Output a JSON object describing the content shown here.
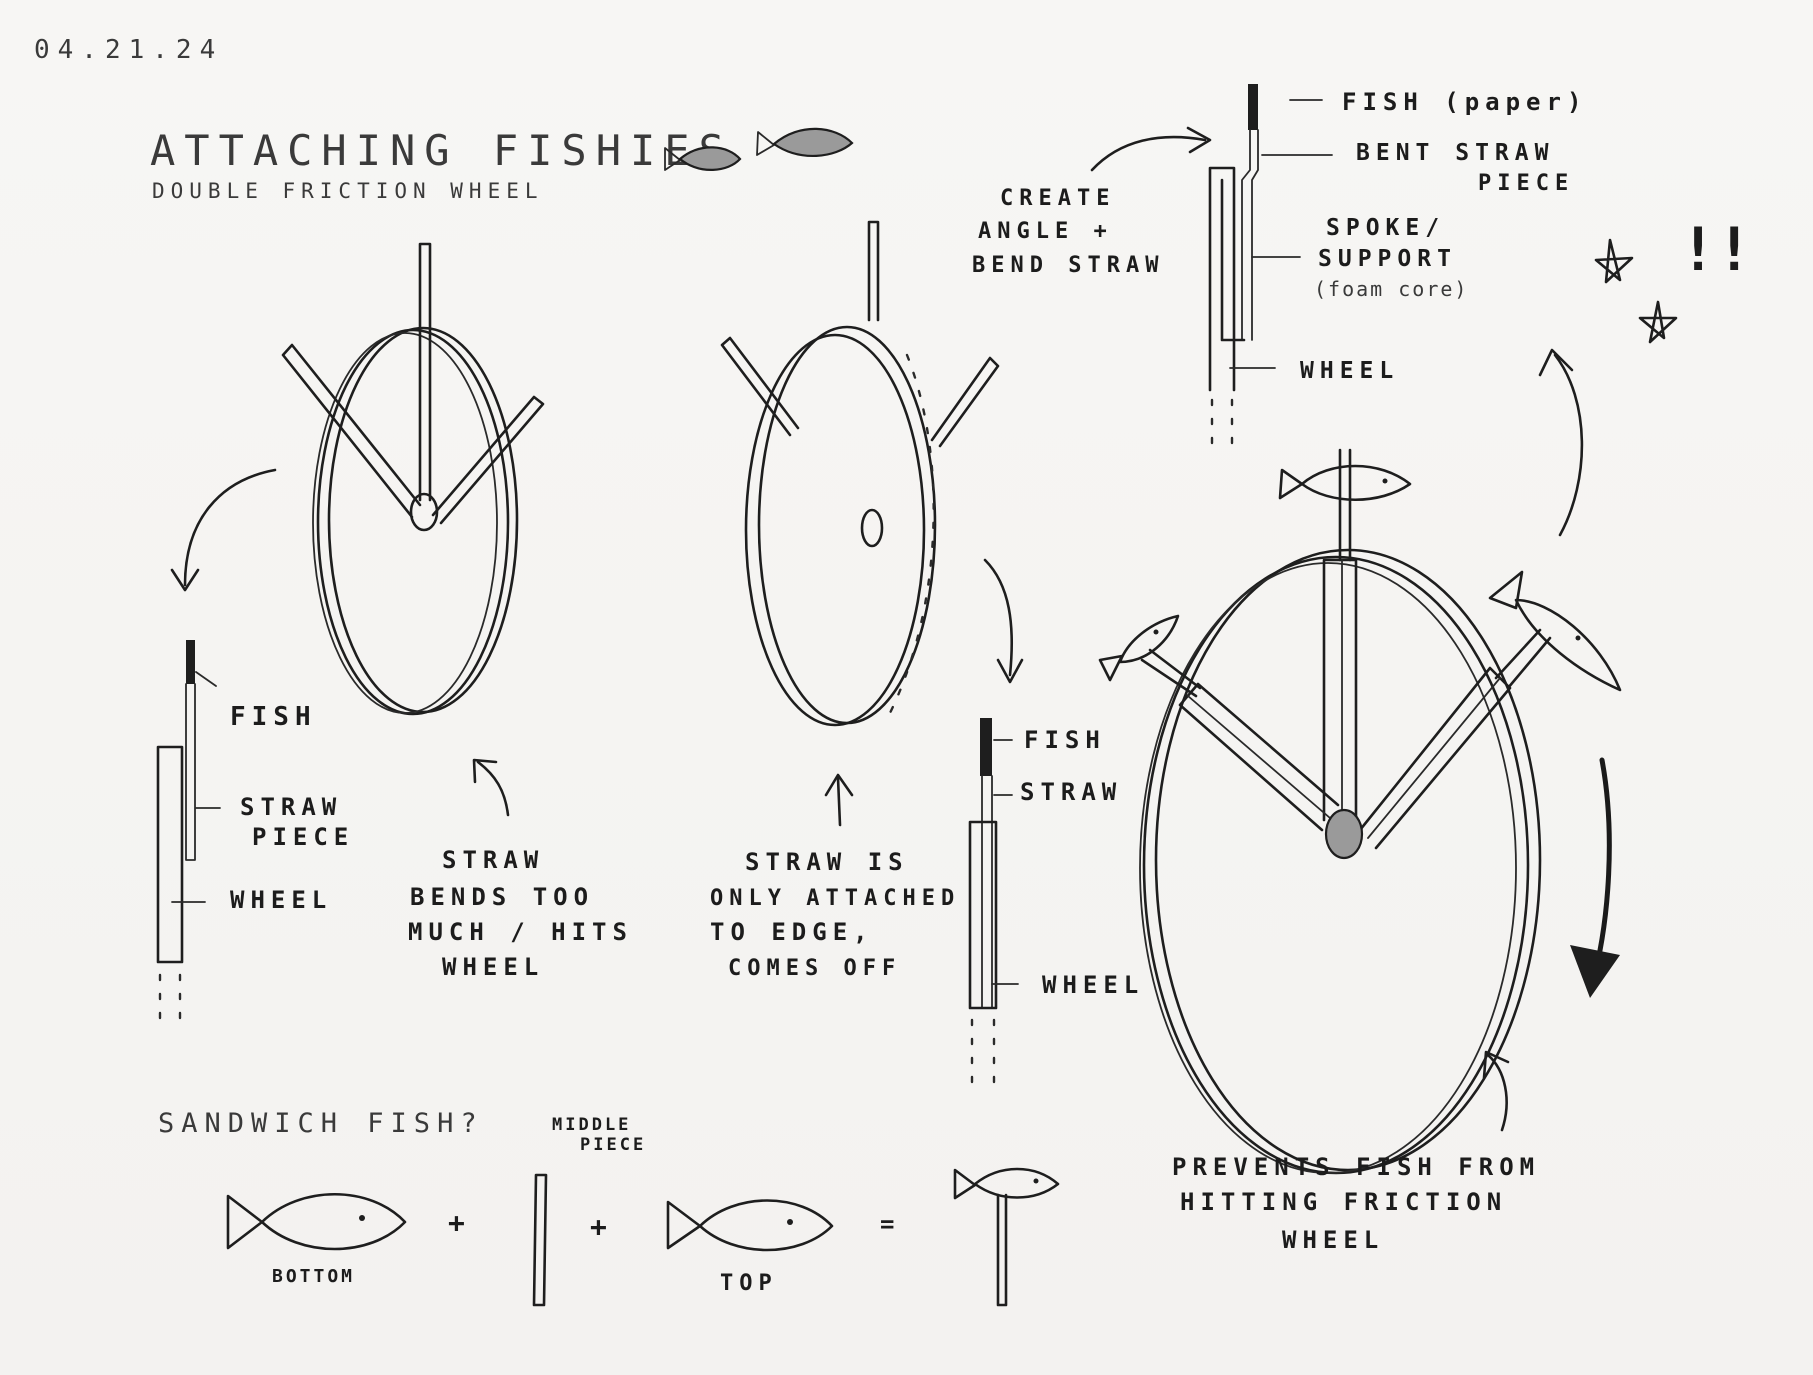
{
  "header": {
    "date": "04.21.24",
    "title": "ATTACHING FISHIES",
    "subtitle": "DOUBLE FRICTION WHEEL"
  },
  "diagram1": {
    "label_fish": "FISH",
    "label_straw_1": "STRAW",
    "label_straw_2": "PIECE",
    "label_wheel": "WHEEL",
    "note": [
      "STRAW",
      "BENDS TOO",
      "MUCH / HITS",
      "WHEEL"
    ]
  },
  "diagram2": {
    "label_fish": "FISH",
    "label_straw": "STRAW",
    "label_wheel": "WHEEL",
    "note": [
      "STRAW IS",
      "ONLY ATTACHED",
      "TO EDGE,",
      "COMES OFF"
    ]
  },
  "diagram3": {
    "label_fish": "FISH (paper)",
    "label_bent_1": "BENT STRAW",
    "label_bent_2": "PIECE",
    "label_spoke_1": "SPOKE/",
    "label_spoke_2": "SUPPORT",
    "label_spoke_3": "(foam core)",
    "label_wheel": "WHEEL",
    "angle_note": [
      "CREATE",
      "ANGLE +",
      "BEND STRAW"
    ],
    "exclaim": "!!",
    "prevent_note": [
      "PREVENTS FISH FROM",
      "HITTING FRICTION",
      "WHEEL"
    ]
  },
  "sandwich": {
    "title": "SANDWICH FISH?",
    "middle_1": "MIDDLE",
    "middle_2": "PIECE",
    "bottom": "BOTTOM",
    "top": "TOP",
    "plus": "+",
    "equals": "="
  }
}
